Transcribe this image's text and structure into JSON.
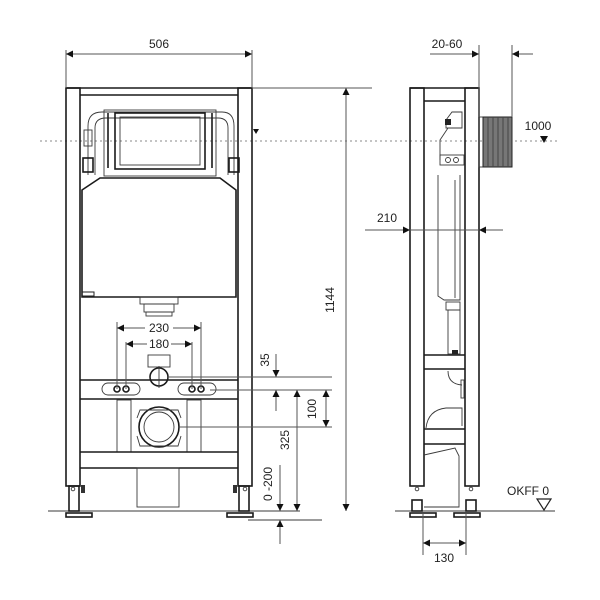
{
  "front_view": {
    "width_label": "506",
    "height_label": "1144",
    "bolt_outer_label": "230",
    "bolt_inner_label": "180",
    "dim_35_label": "35",
    "dim_100_label": "100",
    "dim_325_label": "325",
    "dim_0_200_label": "0 -200"
  },
  "side_view": {
    "depth_adjust_label": "20-60",
    "flush_height_label": "1000",
    "depth_label": "210",
    "foot_label": "130",
    "floor_label": "OKFF 0"
  },
  "colors": {
    "line": "#1a1a1a",
    "dimension": "#555555",
    "background": "#ffffff"
  }
}
